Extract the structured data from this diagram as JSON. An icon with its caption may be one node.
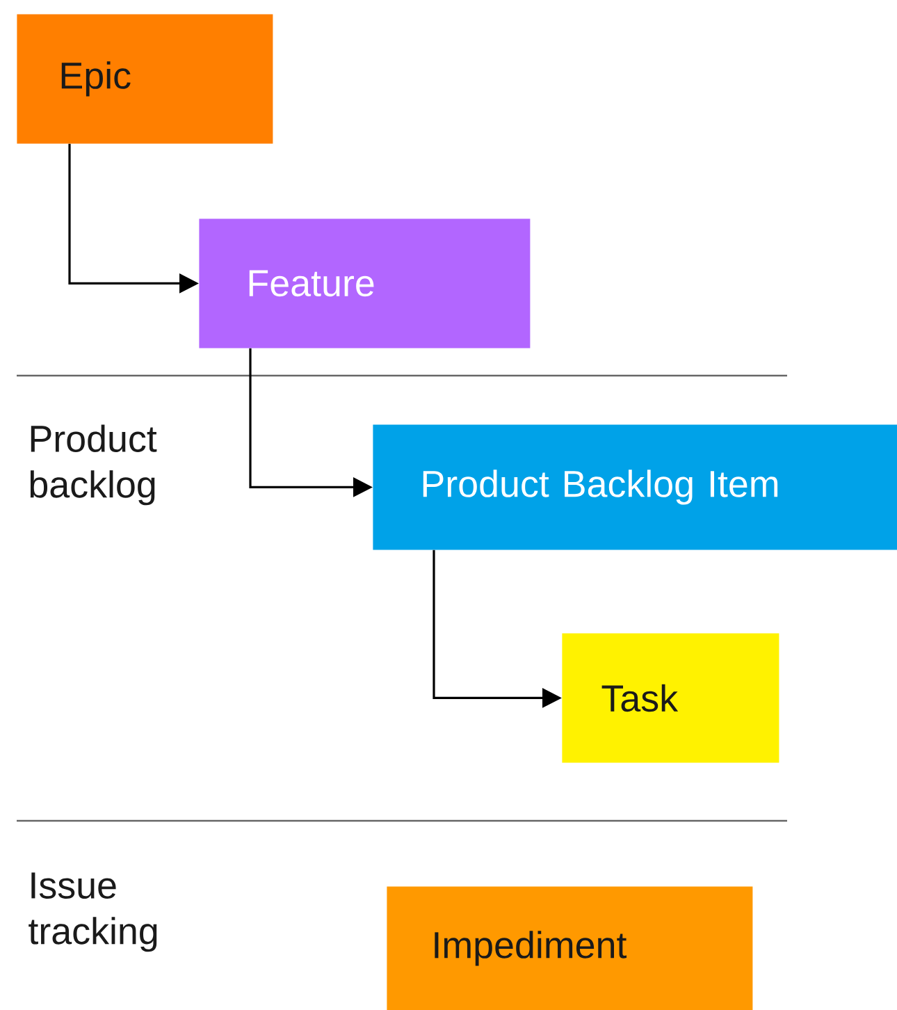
{
  "diagram": {
    "nodes": [
      {
        "text": [
          "Epic"
        ]
      },
      {
        "text": [
          "Feature"
        ]
      },
      {
        "text": [
          "Product Backlog Item"
        ]
      },
      {
        "text": [
          "Task"
        ]
      },
      {
        "text": [
          "Impediment"
        ]
      }
    ],
    "edges": [
      {
        "from": 0,
        "to": 1,
        "arrow": "to"
      },
      {
        "from": 1,
        "to": 2,
        "arrow": "to"
      },
      {
        "from": 2,
        "to": 3,
        "arrow": "to"
      }
    ],
    "labels": [
      "Product backlog",
      "Issue tracking"
    ]
  }
}
